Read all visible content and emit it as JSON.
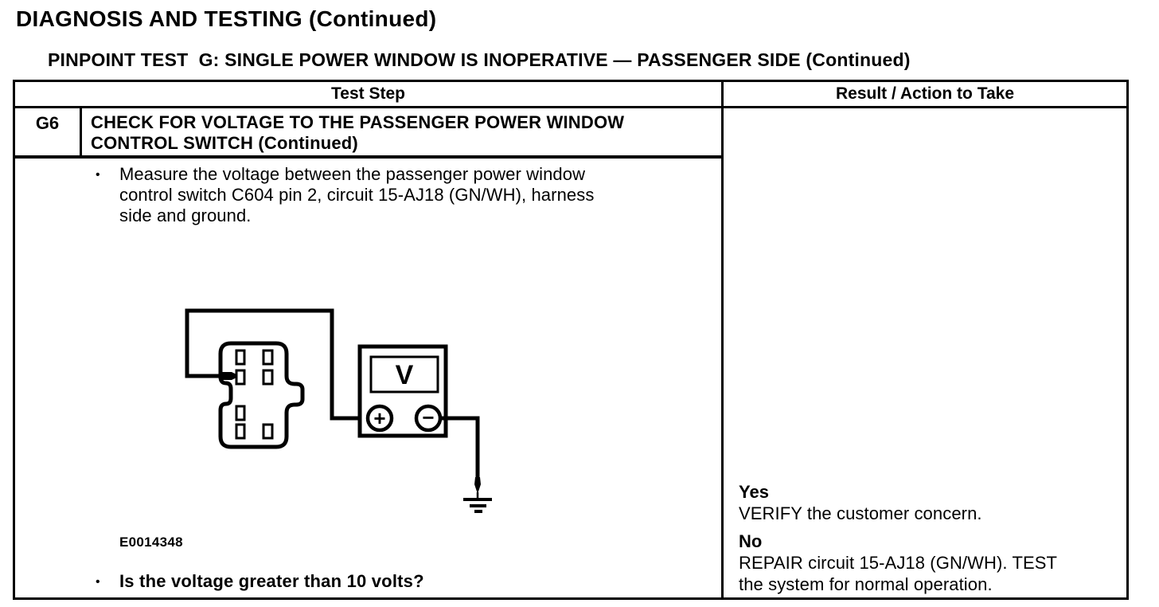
{
  "page": {
    "title": "DIAGNOSIS AND TESTING (Continued)",
    "subtitle": "PINPOINT TEST  G: SINGLE POWER WINDOW IS INOPERATIVE — PASSENGER SIDE (Continued)"
  },
  "table": {
    "headers": {
      "test_step": "Test Step",
      "result": "Result / Action to Take"
    },
    "step": {
      "id": "G6",
      "title_lines": {
        "0": "CHECK FOR VOLTAGE TO THE PASSENGER POWER WINDOW",
        "1": "CONTROL SWITCH (Continued)"
      },
      "bullet_glyph": "•",
      "measure_lines": {
        "0": "Measure the voltage between the passenger power window",
        "1": "control switch C604 pin 2, circuit 15-AJ18 (GN/WH), harness",
        "2": "side and ground."
      },
      "figure_label": "E0014348",
      "question": "Is the voltage greater than 10 volts?"
    },
    "result": {
      "yes_label": "Yes",
      "yes_action": "VERIFY the customer concern.",
      "no_label": "No",
      "no_action_lines": {
        "0": "REPAIR circuit 15-AJ18 (GN/WH). TEST",
        "1": "the system for normal operation."
      }
    }
  },
  "diagram": {
    "meter_label": "V",
    "plus_label": "+",
    "minus_label": "−"
  },
  "colors": {
    "ink": "#000000",
    "paper": "#ffffff"
  }
}
